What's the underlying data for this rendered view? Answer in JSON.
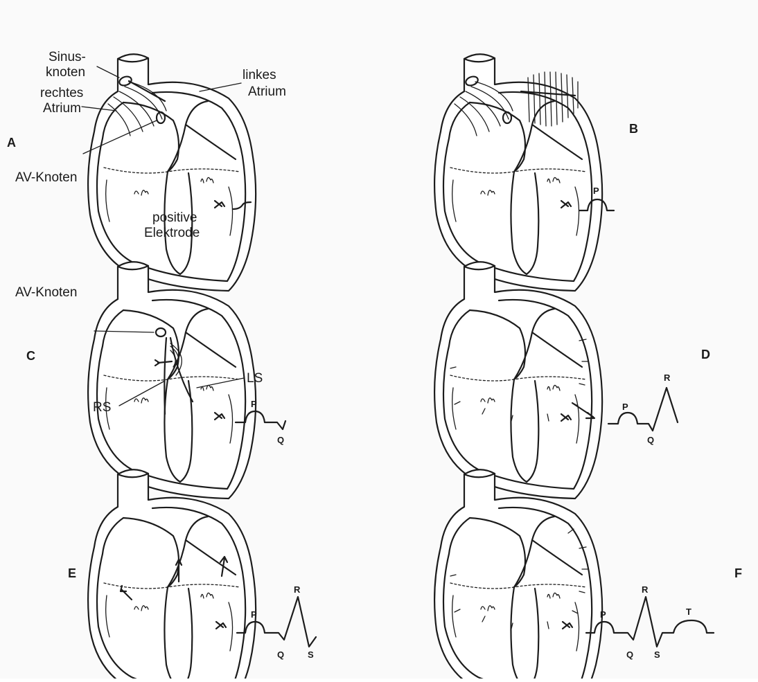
{
  "panels": [
    {
      "id": "A",
      "letter": "A"
    },
    {
      "id": "B",
      "letter": "B"
    },
    {
      "id": "C",
      "letter": "C"
    },
    {
      "id": "D",
      "letter": "D"
    },
    {
      "id": "E",
      "letter": "E"
    },
    {
      "id": "F",
      "letter": "F"
    }
  ],
  "labels": {
    "sinus_line1": "Sinus-",
    "sinus_line2": "knoten",
    "linkes_line1": "linkes",
    "linkes_line2": "Atrium",
    "rechtes_line1": "rechtes",
    "rechtes_line2": "Atrium",
    "av_knoten_a": "AV-Knoten",
    "positive_line1": "positive",
    "positive_line2": "Elektrode",
    "av_knoten_c": "AV-Knoten",
    "ls": "LS",
    "rs": "RS"
  },
  "ecg": {
    "p": "P",
    "q": "Q",
    "r": "R",
    "s": "S",
    "t": "T"
  }
}
